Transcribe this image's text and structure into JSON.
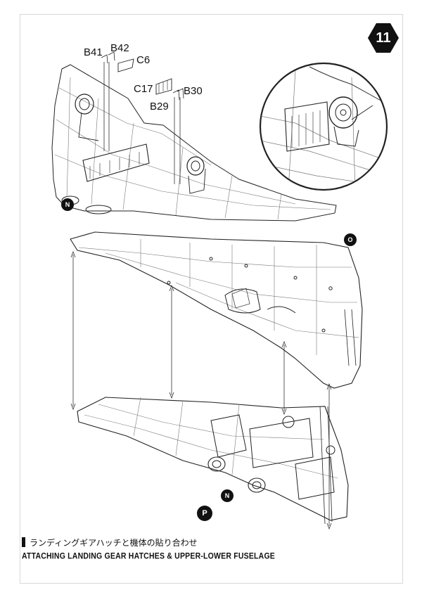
{
  "step": {
    "number": "11"
  },
  "parts": {
    "b41": "B41",
    "b42": "B42",
    "c6": "C6",
    "c17": "C17",
    "b30": "B30",
    "b29": "B29"
  },
  "markers": {
    "n_top": "N",
    "o": "O",
    "n_bottom": "N",
    "p": "P"
  },
  "caption": {
    "japanese": "ランディングギアハッチと機体の貼り合わせ",
    "english": "ATTACHING LANDING GEAR HATCHES & UPPER-LOWER FUSELAGE"
  },
  "icons": [
    "hexagon-step-icon",
    "magnify-detail-icon"
  ]
}
